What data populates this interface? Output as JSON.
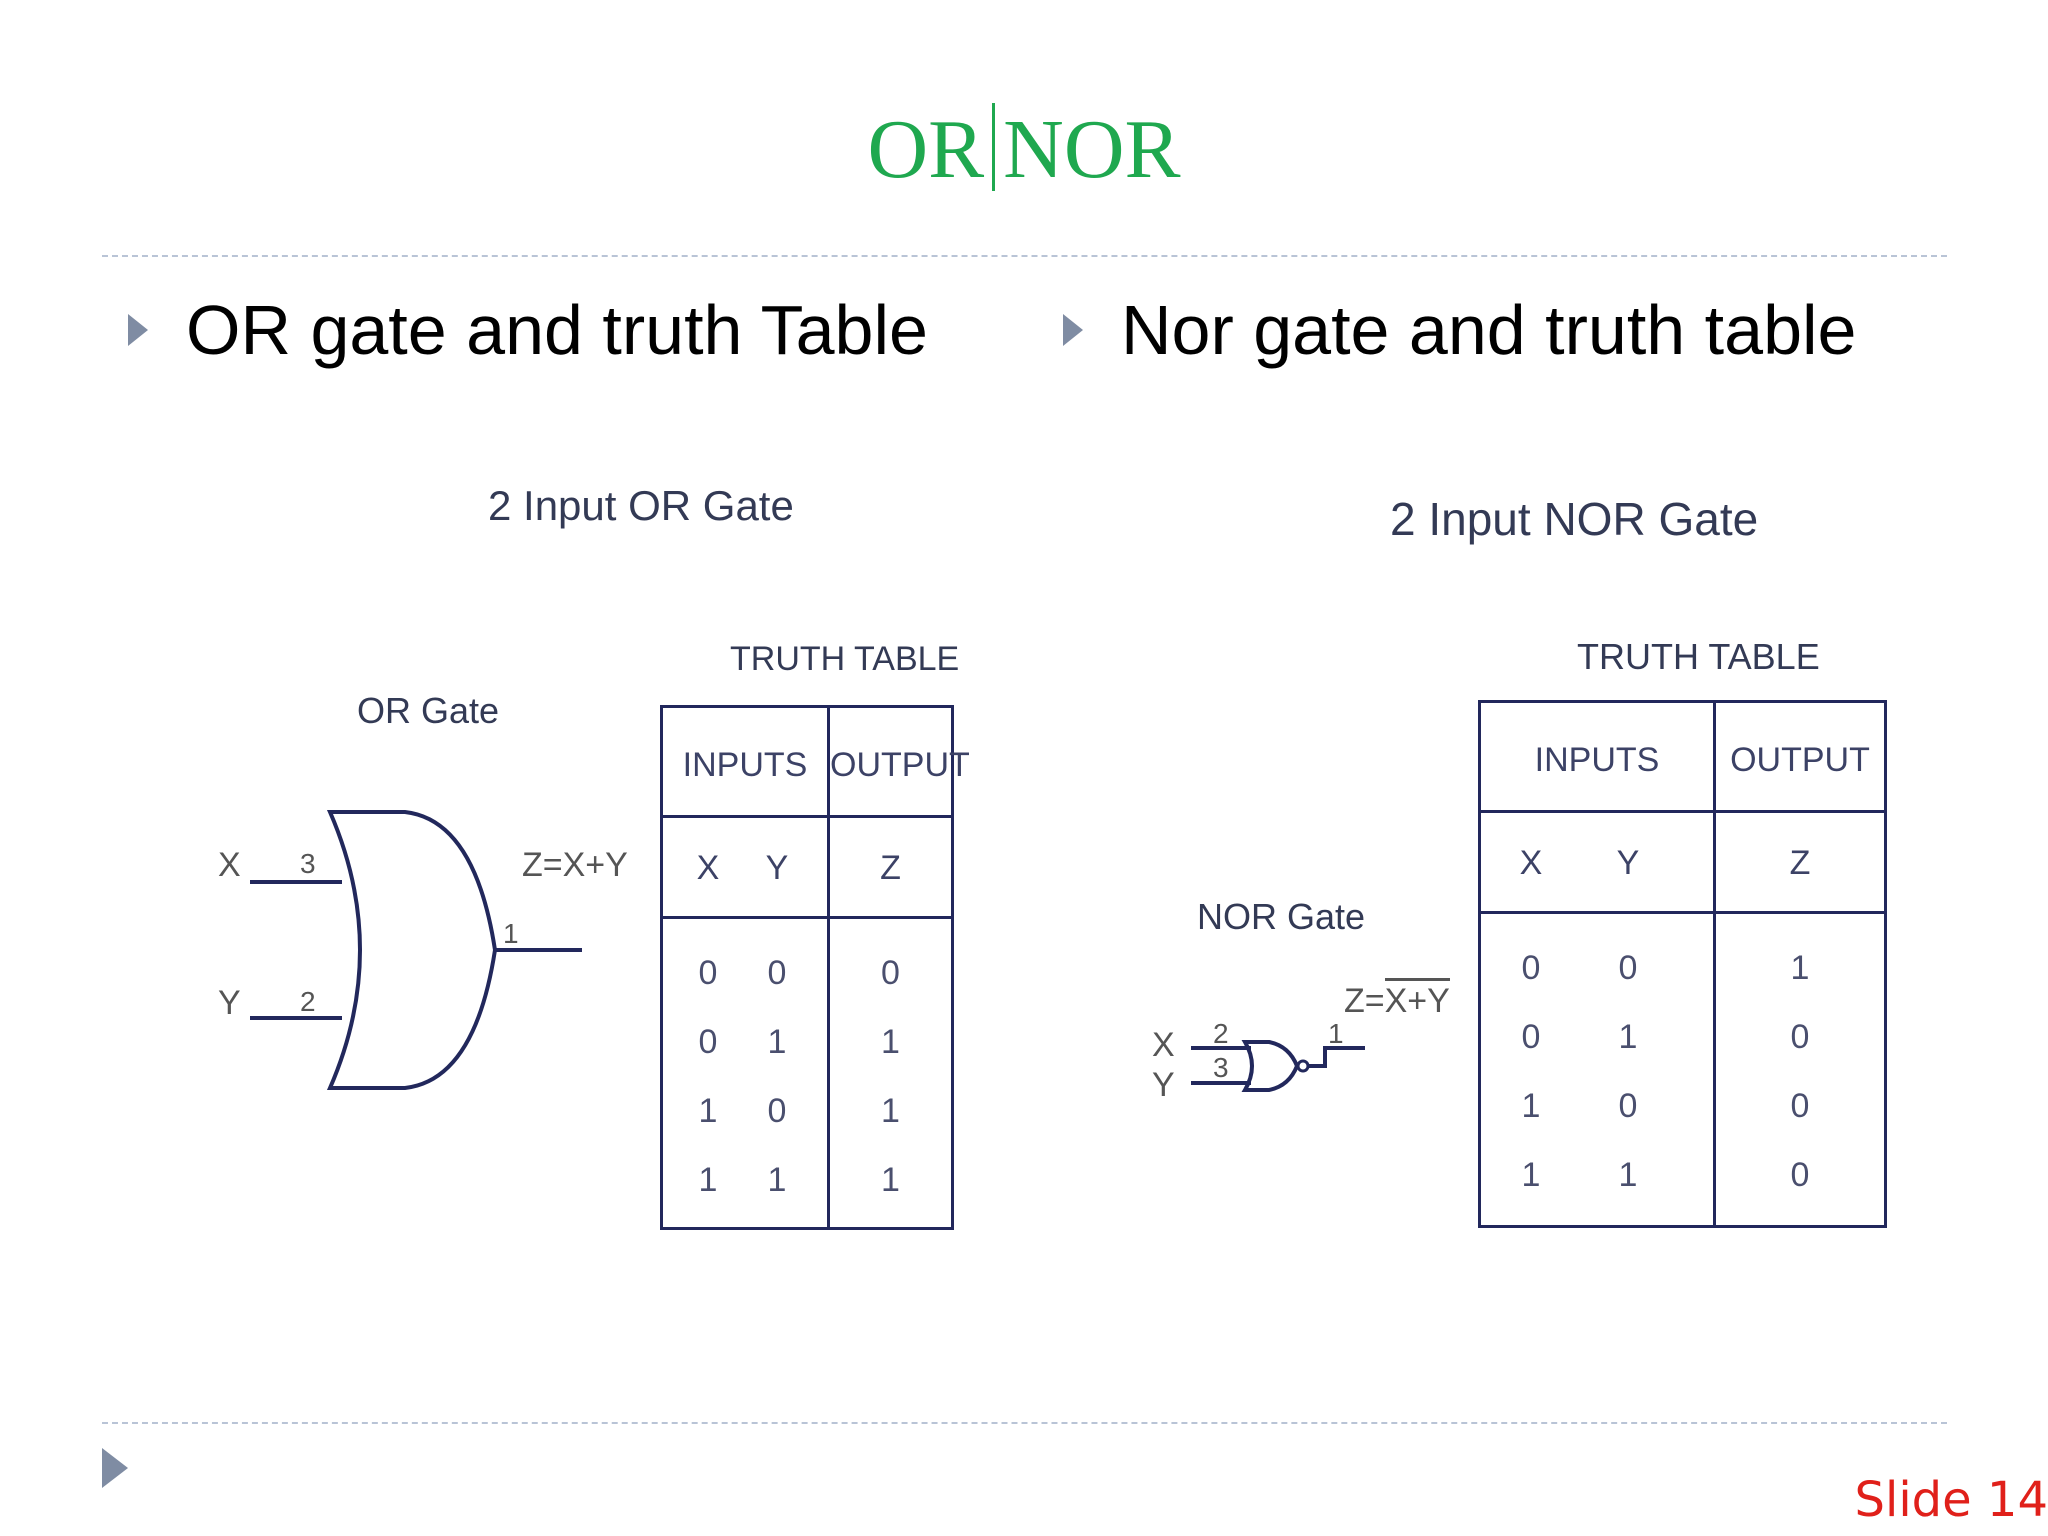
{
  "slide": {
    "title_left": "OR",
    "title_right": "NOR",
    "bullets": [
      "OR gate and truth Table",
      "Nor gate and truth table"
    ],
    "slide_number": "Slide 14"
  },
  "or_figure": {
    "heading": "2 Input OR Gate",
    "gate_label": "OR Gate",
    "input_x": "X",
    "input_y": "Y",
    "pin_x": "3",
    "pin_y": "2",
    "pin_out": "1",
    "output_expr": "Z=X+Y",
    "table": {
      "title": "TRUTH TABLE",
      "inputs_label": "INPUTS",
      "output_label": "OUTPUT",
      "col_x": "X",
      "col_y": "Y",
      "col_z": "Z",
      "rows": [
        [
          "0",
          "0",
          "0"
        ],
        [
          "0",
          "1",
          "1"
        ],
        [
          "1",
          "0",
          "1"
        ],
        [
          "1",
          "1",
          "1"
        ]
      ]
    }
  },
  "nor_figure": {
    "heading": "2 Input NOR Gate",
    "gate_label": "NOR Gate",
    "input_x": "X",
    "input_y": "Y",
    "pin_x": "2",
    "pin_y": "3",
    "pin_out": "1",
    "output_lhs": "Z=",
    "output_bar": "X+Y",
    "table": {
      "title": "TRUTH TABLE",
      "inputs_label": "INPUTS",
      "output_label": "OUTPUT",
      "col_x": "X",
      "col_y": "Y",
      "col_z": "Z",
      "rows": [
        [
          "0",
          "0",
          "1"
        ],
        [
          "0",
          "1",
          "0"
        ],
        [
          "1",
          "0",
          "0"
        ],
        [
          "1",
          "1",
          "0"
        ]
      ]
    }
  },
  "colors": {
    "title": "#1fa84f",
    "slide_number": "#e0201a",
    "table_border": "#22285c",
    "rule": "#b9c4d6"
  }
}
